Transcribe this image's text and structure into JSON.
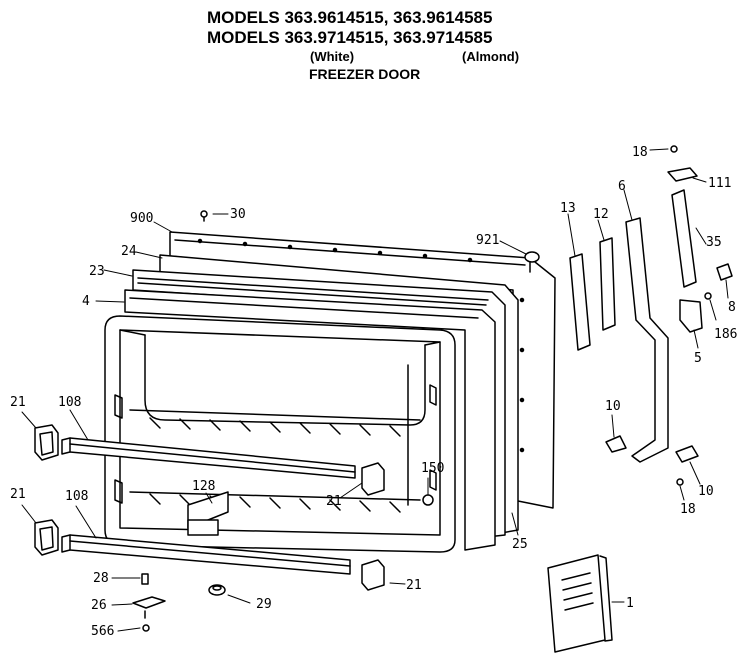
{
  "header": {
    "title_line1": "MODELS 363.9614515, 363.9614585",
    "title_line2": "MODELS 363.9714515, 363.9714585",
    "color_white": "(White)",
    "color_almond": "(Almond)",
    "subtitle": "FREEZER DOOR"
  },
  "callouts": {
    "p900": "900",
    "p30": "30",
    "p24": "24",
    "p23": "23",
    "p4": "4",
    "p921": "921",
    "p13": "13",
    "p12": "12",
    "p6": "6",
    "p18_top": "18",
    "p111": "111",
    "p35": "35",
    "p8": "8",
    "p186": "186",
    "p5": "5",
    "p10_left": "10",
    "p10_right": "10",
    "p18_bottom": "18",
    "p21_top_left": "21",
    "p108_top": "108",
    "p21_mid": "21",
    "p150": "150",
    "p128": "128",
    "p21_bottom_left": "21",
    "p108_bottom": "108",
    "p25": "25",
    "p28": "28",
    "p21_bottom": "21",
    "p26": "26",
    "p29": "29",
    "p566": "566",
    "p1": "1"
  },
  "colors": {
    "line": "#000000",
    "background": "#ffffff"
  }
}
